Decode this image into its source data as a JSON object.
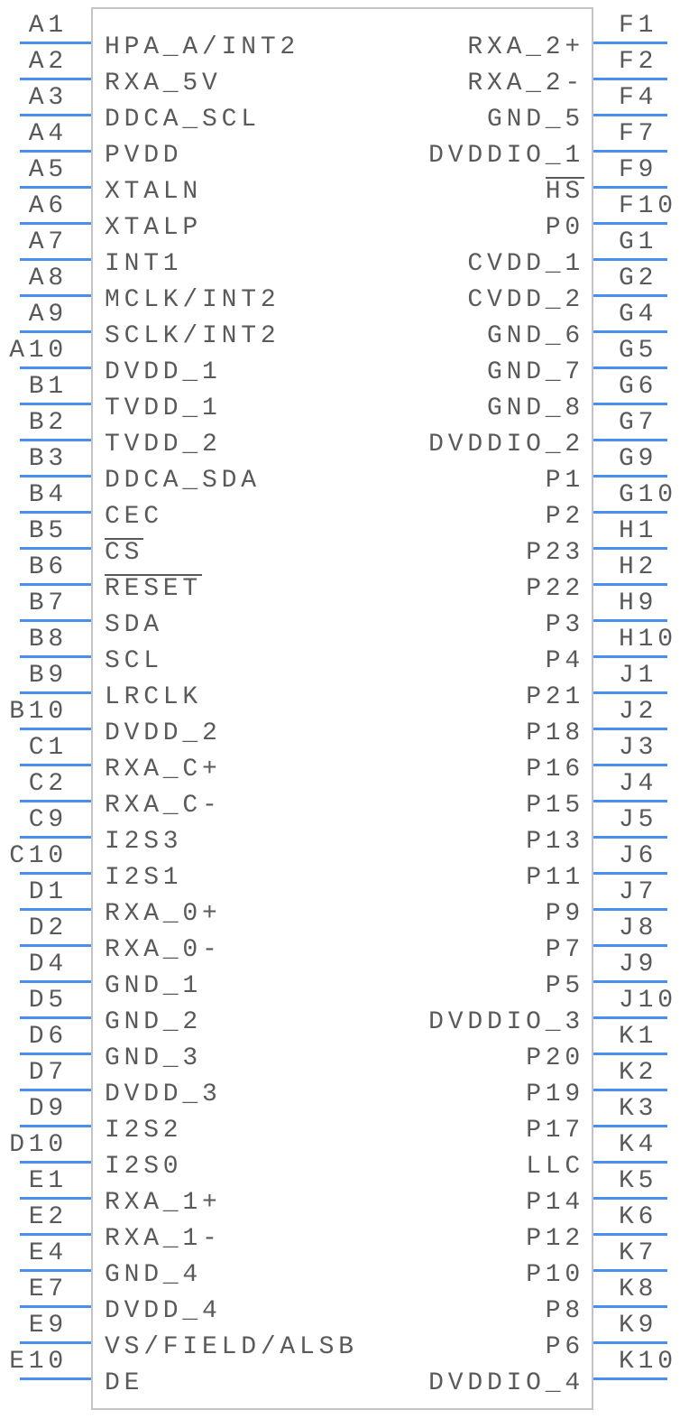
{
  "colors": {
    "pin": "#4a8ff0",
    "outline": "#c4c4c4",
    "text": "#5a5a5a"
  },
  "left_pins": [
    {
      "num": "A1",
      "name": "HPA_A/INT2"
    },
    {
      "num": "A2",
      "name": "RXA_5V"
    },
    {
      "num": "A3",
      "name": "DDCA_SCL"
    },
    {
      "num": "A4",
      "name": "PVDD"
    },
    {
      "num": "A5",
      "name": "XTALN"
    },
    {
      "num": "A6",
      "name": "XTALP"
    },
    {
      "num": "A7",
      "name": "INT1"
    },
    {
      "num": "A8",
      "name": "MCLK/INT2"
    },
    {
      "num": "A9",
      "name": "SCLK/INT2"
    },
    {
      "num": "A10",
      "name": "DVDD_1"
    },
    {
      "num": "B1",
      "name": "TVDD_1"
    },
    {
      "num": "B2",
      "name": "TVDD_2"
    },
    {
      "num": "B3",
      "name": "DDCA_SDA"
    },
    {
      "num": "B4",
      "name": "CEC"
    },
    {
      "num": "B5",
      "name": "CS",
      "overline": true
    },
    {
      "num": "B6",
      "name": "RESET",
      "overline": true
    },
    {
      "num": "B7",
      "name": "SDA"
    },
    {
      "num": "B8",
      "name": "SCL"
    },
    {
      "num": "B9",
      "name": "LRCLK"
    },
    {
      "num": "B10",
      "name": "DVDD_2"
    },
    {
      "num": "C1",
      "name": "RXA_C+"
    },
    {
      "num": "C2",
      "name": "RXA_C-"
    },
    {
      "num": "C9",
      "name": "I2S3"
    },
    {
      "num": "C10",
      "name": "I2S1"
    },
    {
      "num": "D1",
      "name": "RXA_0+"
    },
    {
      "num": "D2",
      "name": "RXA_0-"
    },
    {
      "num": "D4",
      "name": "GND_1"
    },
    {
      "num": "D5",
      "name": "GND_2"
    },
    {
      "num": "D6",
      "name": "GND_3"
    },
    {
      "num": "D7",
      "name": "DVDD_3"
    },
    {
      "num": "D9",
      "name": "I2S2"
    },
    {
      "num": "D10",
      "name": "I2S0"
    },
    {
      "num": "E1",
      "name": "RXA_1+"
    },
    {
      "num": "E2",
      "name": "RXA_1-"
    },
    {
      "num": "E4",
      "name": "GND_4"
    },
    {
      "num": "E7",
      "name": "DVDD_4"
    },
    {
      "num": "E9",
      "name": "VS/FIELD/ALSB"
    },
    {
      "num": "E10",
      "name": "DE"
    }
  ],
  "right_pins": [
    {
      "num": "F1",
      "name": "RXA_2+"
    },
    {
      "num": "F2",
      "name": "RXA_2-"
    },
    {
      "num": "F4",
      "name": "GND_5"
    },
    {
      "num": "F7",
      "name": "DVDDIO_1"
    },
    {
      "num": "F9",
      "name": "HS",
      "overline": true
    },
    {
      "num": "F10",
      "name": "P0"
    },
    {
      "num": "G1",
      "name": "CVDD_1"
    },
    {
      "num": "G2",
      "name": "CVDD_2"
    },
    {
      "num": "G4",
      "name": "GND_6"
    },
    {
      "num": "G5",
      "name": "GND_7"
    },
    {
      "num": "G6",
      "name": "GND_8"
    },
    {
      "num": "G7",
      "name": "DVDDIO_2"
    },
    {
      "num": "G9",
      "name": "P1"
    },
    {
      "num": "G10",
      "name": "P2"
    },
    {
      "num": "H1",
      "name": "P23"
    },
    {
      "num": "H2",
      "name": "P22"
    },
    {
      "num": "H9",
      "name": "P3"
    },
    {
      "num": "H10",
      "name": "P4"
    },
    {
      "num": "J1",
      "name": "P21"
    },
    {
      "num": "J2",
      "name": "P18"
    },
    {
      "num": "J3",
      "name": "P16"
    },
    {
      "num": "J4",
      "name": "P15"
    },
    {
      "num": "J5",
      "name": "P13"
    },
    {
      "num": "J6",
      "name": "P11"
    },
    {
      "num": "J7",
      "name": "P9"
    },
    {
      "num": "J8",
      "name": "P7"
    },
    {
      "num": "J9",
      "name": "P5"
    },
    {
      "num": "J10",
      "name": "DVDDIO_3"
    },
    {
      "num": "K1",
      "name": "P20"
    },
    {
      "num": "K2",
      "name": "P19"
    },
    {
      "num": "K3",
      "name": "P17"
    },
    {
      "num": "K4",
      "name": "LLC"
    },
    {
      "num": "K5",
      "name": "P14"
    },
    {
      "num": "K6",
      "name": "P12"
    },
    {
      "num": "K7",
      "name": "P10"
    },
    {
      "num": "K8",
      "name": "P8"
    },
    {
      "num": "K9",
      "name": "P6"
    },
    {
      "num": "K10",
      "name": "DVDDIO_4"
    }
  ]
}
